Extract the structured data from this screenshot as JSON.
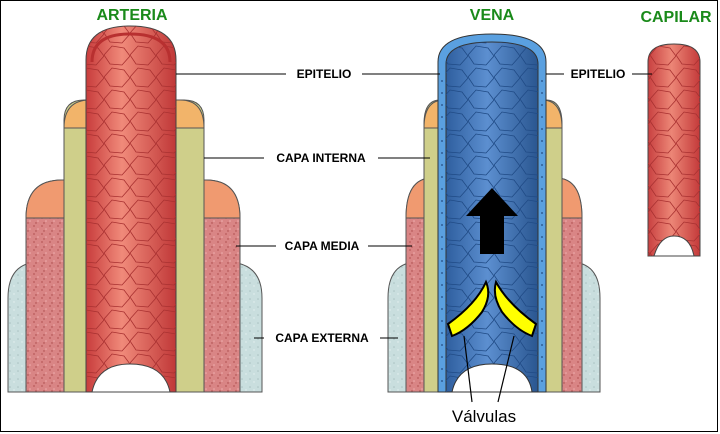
{
  "titles": {
    "artery": "ARTERIA",
    "vein": "VENA",
    "capillary": "CAPILAR"
  },
  "labels": {
    "epithelium_left": "EPITELIO",
    "epithelium_right": "EPITELIO",
    "inner_layer": "CAPA INTERNA",
    "middle_layer": "CAPA MEDIA",
    "outer_layer": "CAPA EXTERNA",
    "valves": "Válvulas"
  },
  "colors": {
    "title_green": "#1a8a1a",
    "artery_red": "#d94a4a",
    "vein_blue": "#3b6fb5",
    "inner_tan": "#cfcf8a",
    "middle_pink": "#d98080",
    "outer_gray": "#c8dcdc",
    "valve_yellow": "#ffff00"
  }
}
